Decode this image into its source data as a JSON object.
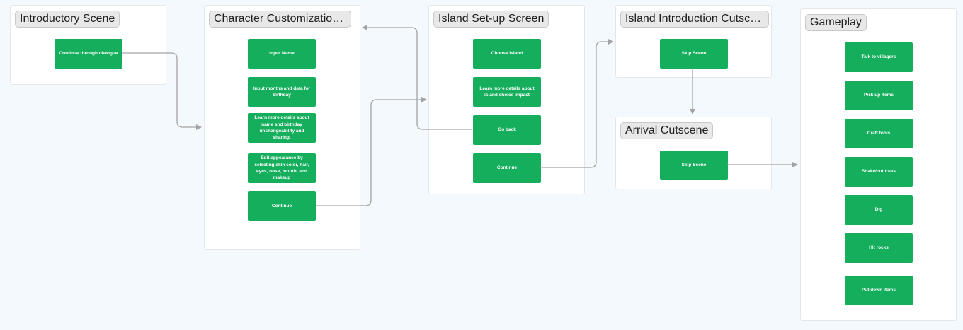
{
  "sections": {
    "intro": {
      "title": "Introductory Scene",
      "steps": [
        "Continue through dialogue"
      ]
    },
    "character": {
      "title": "Character Customization S...",
      "steps": [
        "Input Name",
        "Input months and data for birthday",
        "Learn more details about name and birthday unchangeability and sharing.",
        "Edit appearance by selecting skin color, hair, eyes, nose, mouth, and makeup",
        "Continue"
      ]
    },
    "island_setup": {
      "title": "Island Set-up Screen",
      "steps": [
        "Choose Island",
        "Learn more details about island choice impact",
        "Go back",
        "Continue"
      ]
    },
    "island_intro": {
      "title": "Island Introduction Cutscene",
      "steps": [
        "Skip Scene"
      ]
    },
    "arrival": {
      "title": "Arrival Cutscene",
      "steps": [
        "Skip Scene"
      ]
    },
    "gameplay": {
      "title": "Gameplay",
      "steps": [
        "Talk to villagers",
        "Pick up items",
        "Craft tools",
        "Shake/cut trees",
        "Dig",
        "Hit rocks",
        "Put down items"
      ]
    }
  },
  "colors": {
    "step_fill": "#14ae5c",
    "connector": "#a3a3a3",
    "canvas": "#f4f9fd"
  }
}
